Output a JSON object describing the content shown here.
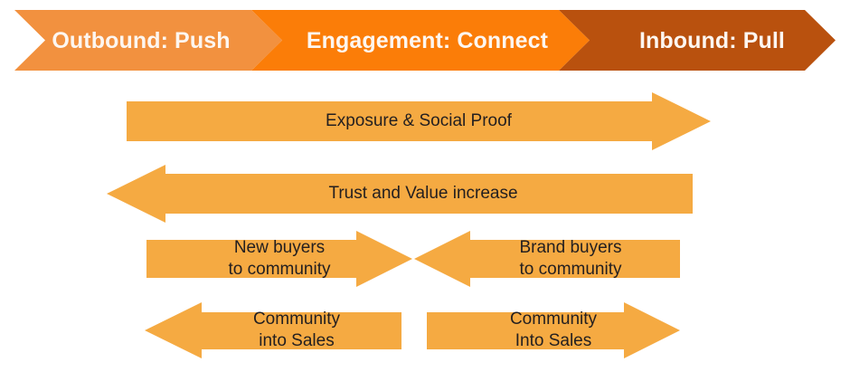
{
  "diagram": {
    "title_banner": {
      "segments": [
        {
          "id": "outbound",
          "label": "Outbound: Push",
          "color": "#f2913f"
        },
        {
          "id": "engagement",
          "label": "Engagement: Connect",
          "color": "#fb7d08"
        },
        {
          "id": "inbound",
          "label": "Inbound: Pull",
          "color": "#b9510e"
        }
      ]
    },
    "arrows": [
      {
        "id": "exposure-social-proof",
        "label": "Exposure & Social Proof",
        "direction": "right",
        "color": "#f5aa42",
        "row": 1
      },
      {
        "id": "trust-value-increase",
        "label": "Trust and Value increase",
        "direction": "left",
        "color": "#f5aa42",
        "row": 2
      },
      {
        "id": "new-buyers-to-community",
        "label_line1": "New buyers",
        "label_line2": "to community",
        "direction": "right",
        "color": "#f5aa42",
        "row": 3
      },
      {
        "id": "brand-buyers-to-community",
        "label_line1": "Brand buyers",
        "label_line2": "to community",
        "direction": "left",
        "color": "#f5aa42",
        "row": 3
      },
      {
        "id": "community-into-sales-left",
        "label_line1": "Community",
        "label_line2": "into Sales",
        "direction": "left",
        "color": "#f5aa42",
        "row": 4
      },
      {
        "id": "community-into-sales-right",
        "label_line1": "Community",
        "label_line2": "Into Sales",
        "direction": "right",
        "color": "#f5aa42",
        "row": 4
      }
    ],
    "colors": {
      "background": "#ffffff",
      "arrow_fill": "#f5aa42",
      "arrow_text": "#231f20",
      "banner_text": "#fdf6f0"
    }
  }
}
